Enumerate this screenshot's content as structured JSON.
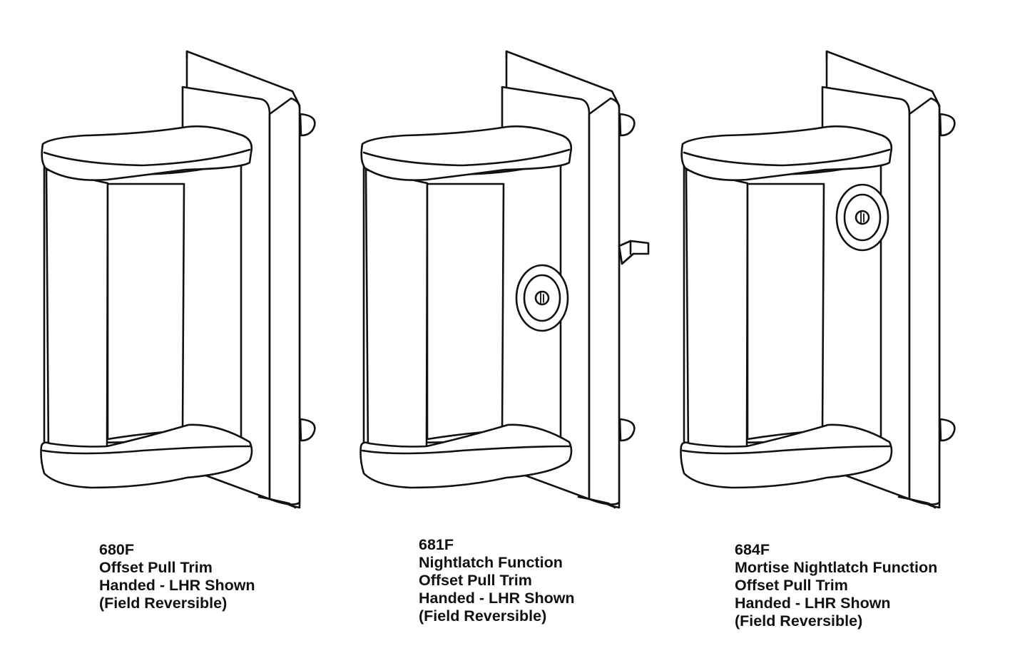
{
  "figures": [
    {
      "id": "680F",
      "lock_cylinder": "none",
      "latch_tab": false,
      "caption_lines": [
        "680F",
        "Offset Pull Trim",
        "Handed - LHR Shown",
        "(Field Reversible)"
      ]
    },
    {
      "id": "681F",
      "lock_cylinder": "lower",
      "latch_tab": true,
      "caption_lines": [
        "681F",
        "Nightlatch Function",
        "Offset Pull Trim",
        "Handed - LHR Shown",
        "(Field Reversible)"
      ]
    },
    {
      "id": "684F",
      "lock_cylinder": "upper",
      "latch_tab": false,
      "caption_lines": [
        "684F",
        "Mortise Nightlatch Function",
        "Offset Pull Trim",
        "Handed - LHR Shown",
        "(Field Reversible)"
      ]
    }
  ],
  "colors": {
    "line": "#111111",
    "fill": "#ffffff"
  }
}
